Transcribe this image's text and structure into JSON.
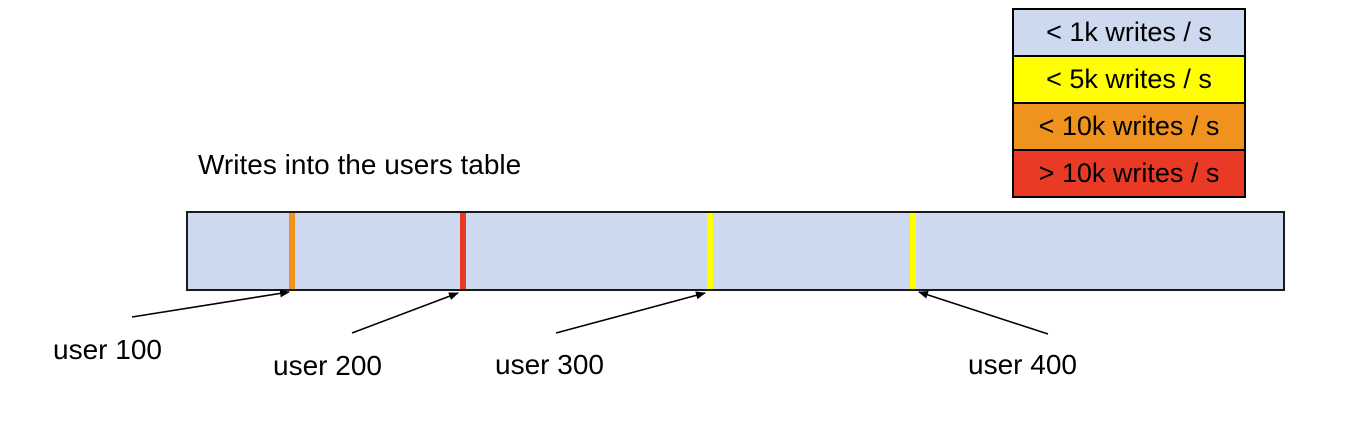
{
  "title": "Writes into the users table",
  "legend": [
    {
      "label": "< 1k writes / s",
      "color": "#ccd9ee"
    },
    {
      "label": "< 5k writes / s",
      "color": "#ffff00"
    },
    {
      "label": "< 10k writes / s",
      "color": "#f0931e"
    },
    {
      "label": "> 10k writes / s",
      "color": "#e83a25"
    }
  ],
  "bar": {
    "fill": "#ccd9ee",
    "border": "#000000"
  },
  "markers": [
    {
      "label": "user 100",
      "color": "#f0931e",
      "category": "< 10k writes / s"
    },
    {
      "label": "user 200",
      "color": "#e83a25",
      "category": "> 10k writes / s"
    },
    {
      "label": "user 300",
      "color": "#ffff00",
      "category": "< 5k writes / s"
    },
    {
      "label": "user 400",
      "color": "#ffff00",
      "category": "< 5k writes / s"
    }
  ]
}
